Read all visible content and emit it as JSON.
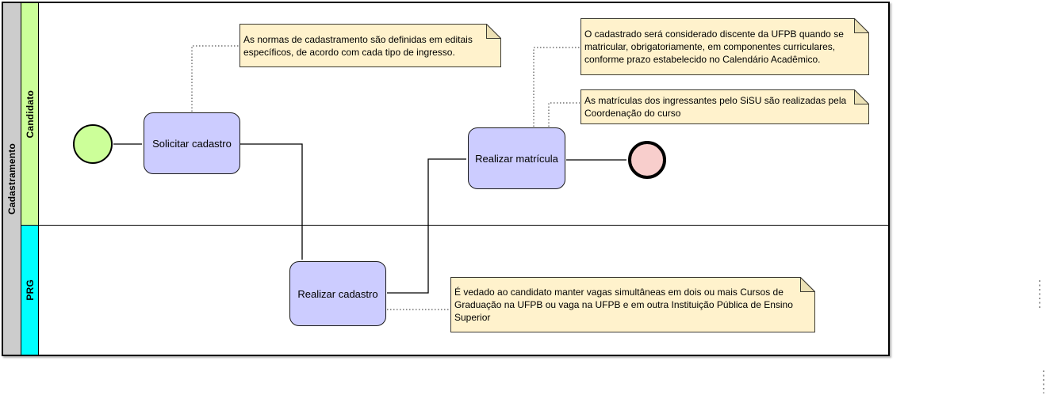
{
  "pool": {
    "label": "Cadastramento"
  },
  "lanes": [
    {
      "label": "Candidato",
      "header_color": "#ccff99"
    },
    {
      "label": "PRG",
      "header_color": "#00ffff"
    }
  ],
  "tasks": [
    {
      "label": "Solicitar cadastro"
    },
    {
      "label": "Realizar matrícula"
    },
    {
      "label": "Realizar cadastro"
    }
  ],
  "events": [
    {
      "name": "start",
      "color": "#ccff99"
    },
    {
      "name": "end",
      "color": "#f8cecc"
    }
  ],
  "notes": [
    {
      "text": "As normas de cadastramento são definidas em editais específicos, de acordo com cada tipo de ingresso."
    },
    {
      "text": "O cadastrado será considerado discente da UFPB quando se matricular, obrigatoriamente, em componentes curriculares, conforme prazo estabelecido no Calendário Acadêmico."
    },
    {
      "text": "As matrículas dos ingressantes pelo SiSU são realizadas pela Coordenação do curso"
    },
    {
      "text": "É vedado ao candidato manter vagas simultâneas em dois ou mais Cursos de Graduação na UFPB ou vaga na UFPB e em outra Instituição Pública de Ensino Superior"
    }
  ],
  "colors": {
    "task_fill": "#ccccff",
    "note_fill": "#fff2cc",
    "note_fold": "#ece1b5",
    "start_event_fill": "#ccff99",
    "end_event_fill": "#f8cecc",
    "pool_header": "#cccccc",
    "lane_candidato": "#ccff99",
    "lane_prg": "#00ffff"
  }
}
